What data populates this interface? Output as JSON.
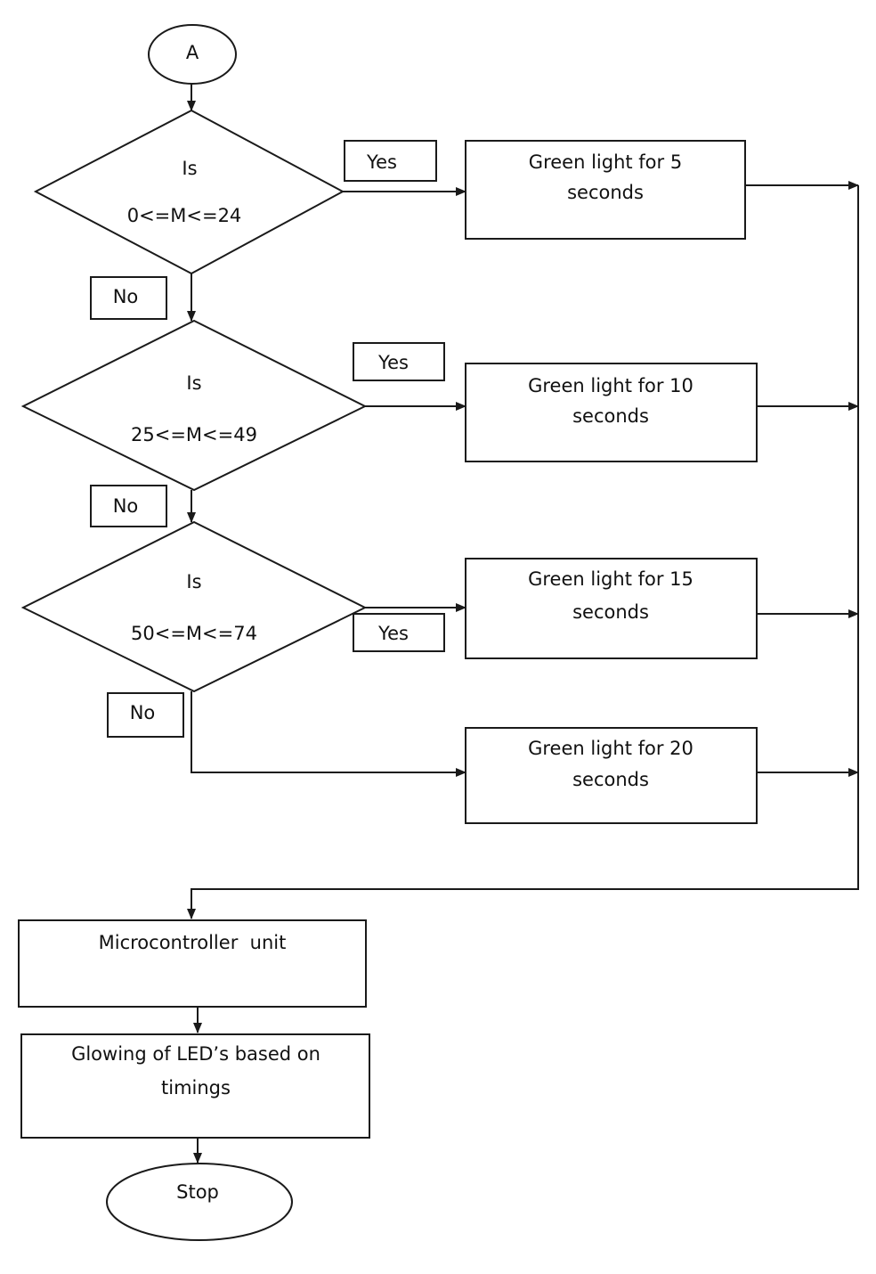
{
  "start": {
    "label": "A"
  },
  "decisions": [
    {
      "line1": "Is",
      "line2": "0<=M<=24"
    },
    {
      "line1": "Is",
      "line2": "25<=M<=49"
    },
    {
      "line1": "Is",
      "line2": "50<=M<=74"
    }
  ],
  "yes_labels": [
    "Yes",
    "Yes",
    "Yes"
  ],
  "no_labels": [
    "No",
    "No",
    "No"
  ],
  "outcomes": [
    {
      "line1": "Green light for 5",
      "line2": "seconds"
    },
    {
      "line1": "Green light for 10",
      "line2": "seconds"
    },
    {
      "line1": "Green light for 15",
      "line2": "seconds"
    },
    {
      "line1": "Green light for 20",
      "line2": "seconds"
    }
  ],
  "microcontroller": {
    "label": "Microcontroller  unit"
  },
  "glowing": {
    "line1": "Glowing of LED’s based on",
    "line2": "timings"
  },
  "stop": {
    "label": "Stop"
  }
}
